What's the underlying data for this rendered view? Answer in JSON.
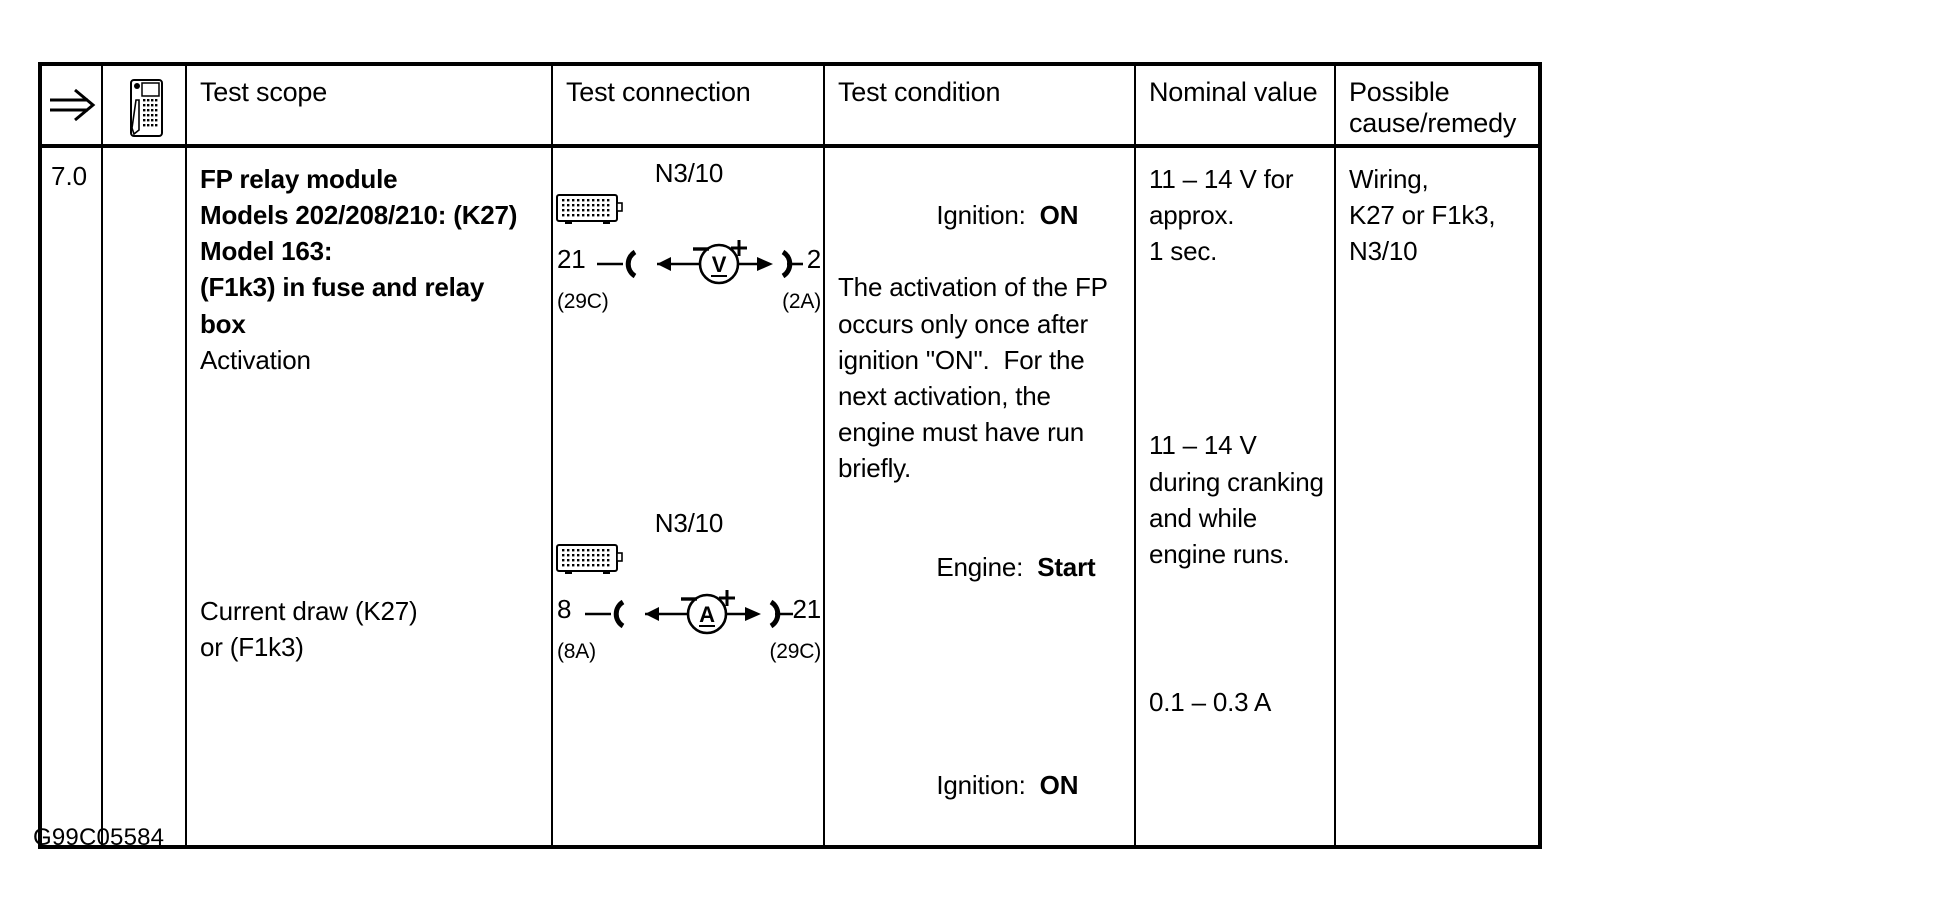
{
  "document": {
    "figure_code": "G99C05584"
  },
  "table": {
    "headers": [
      {
        "icon": "double-arrow-icon",
        "label": ""
      },
      {
        "icon": "hand-held-tester-icon",
        "label": ""
      },
      {
        "label": "Test scope"
      },
      {
        "label": "Test connection"
      },
      {
        "label": "Test condition"
      },
      {
        "label": "Nominal value"
      },
      {
        "label": "Possible\ncause/remedy"
      }
    ],
    "header_labels": {
      "test_scope": "Test scope",
      "test_connection": "Test connection",
      "test_condition": "Test condition",
      "nominal_value": "Nominal value",
      "possible_cause_line1": "Possible",
      "possible_cause_line2": "cause/remedy"
    },
    "row": {
      "step": "7.0",
      "test_scope": {
        "upper_lines": [
          {
            "text": "FP relay module",
            "bold": true
          },
          {
            "text": "Models 202/208/210: (K27)",
            "bold": true
          },
          {
            "text": "Model 163:",
            "bold": true
          },
          {
            "text": "(F1k3) in fuse and relay",
            "bold": true
          },
          {
            "text": "box",
            "bold": true
          },
          {
            "text": "Activation",
            "bold": false
          }
        ],
        "lower_lines": [
          {
            "text": "Current draw (K27)",
            "bold": false
          },
          {
            "text": "or (F1k3)",
            "bold": false
          }
        ]
      },
      "test_connection": {
        "diagrams": [
          {
            "name": "voltmeter-circuit",
            "connector": "N3/10",
            "meter_symbol": "V",
            "polarity_left": "−",
            "polarity_right": "+",
            "left_terminal": "21",
            "left_sublabel": "(29C)",
            "right_terminal": "2",
            "right_sublabel": "(2A)"
          },
          {
            "name": "ammeter-circuit",
            "connector": "N3/10",
            "meter_symbol": "A",
            "polarity_left": "−",
            "polarity_right": "+",
            "left_terminal": "8",
            "left_sublabel": "(8A)",
            "right_terminal": "21",
            "right_sublabel": "(29C)"
          }
        ]
      },
      "test_condition": {
        "block1": {
          "label": "Ignition:",
          "value": "ON",
          "note_lines": [
            "The activation of the FP",
            "occurs only once after",
            "ignition \"ON\".  For the",
            "next activation, the",
            "engine must have run",
            "briefly."
          ]
        },
        "block2": {
          "label": "Engine:",
          "value": "Start"
        },
        "block3": {
          "label": "Ignition:",
          "value": "ON"
        }
      },
      "nominal_value": {
        "block1": [
          "11 – 14 V for",
          "approx.",
          "1 sec."
        ],
        "block2": [
          "11 – 14 V",
          "during cranking",
          "and while",
          "engine runs."
        ],
        "block3": [
          "0.1 – 0.3 A"
        ]
      },
      "possible_cause": [
        "Wiring,",
        "K27 or F1k3,",
        "N3/10"
      ]
    }
  },
  "colors": {
    "ink": "#000000",
    "paper": "#ffffff"
  }
}
